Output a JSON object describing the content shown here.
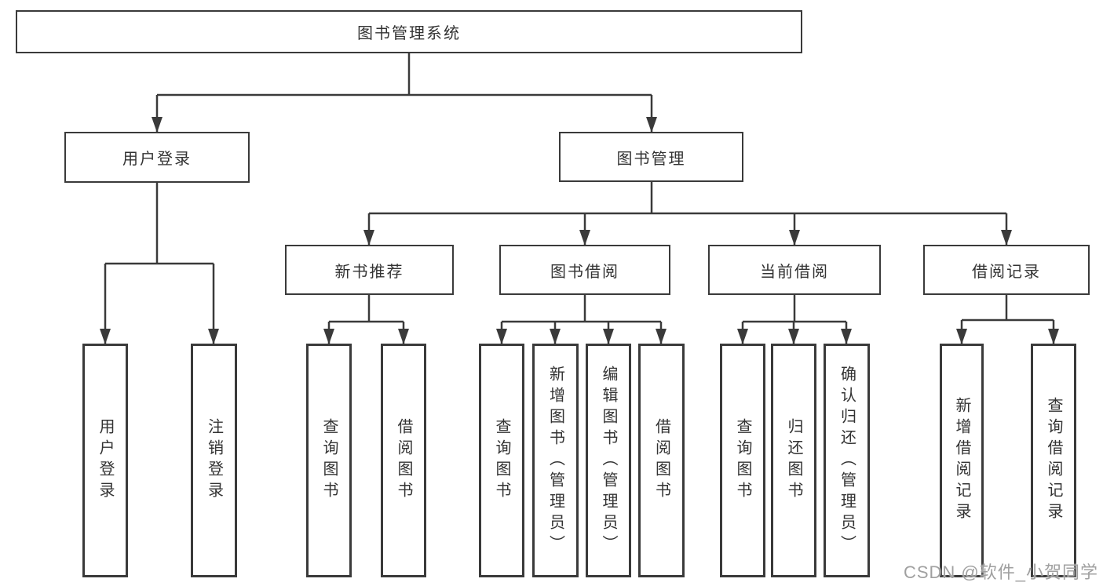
{
  "colors": {
    "line": "#3a3a3a",
    "box_border": "#3a3a3a",
    "text": "#333333",
    "watermark": "#a0a0a0",
    "background": "#ffffff"
  },
  "tree": {
    "root": {
      "label": "图书管理系统"
    },
    "branches": [
      {
        "label": "用户登录",
        "children": [
          {
            "label": "用户登录"
          },
          {
            "label": "注销登录"
          }
        ]
      },
      {
        "label": "图书管理",
        "children": [
          {
            "label": "新书推荐",
            "children": [
              {
                "label": "查询图书"
              },
              {
                "label": "借阅图书"
              }
            ]
          },
          {
            "label": "图书借阅",
            "children": [
              {
                "label": "查询图书"
              },
              {
                "label": "新增图书（管理员）"
              },
              {
                "label": "编辑图书（管理员）"
              },
              {
                "label": "借阅图书"
              }
            ]
          },
          {
            "label": "当前借阅",
            "children": [
              {
                "label": "查询图书"
              },
              {
                "label": "归还图书"
              },
              {
                "label": "确认归还（管理员）"
              }
            ]
          },
          {
            "label": "借阅记录",
            "children": [
              {
                "label": "新增借阅记录"
              },
              {
                "label": "查询借阅记录"
              }
            ]
          }
        ]
      }
    ]
  },
  "watermark": {
    "text": "CSDN @软件_小贺同学"
  }
}
